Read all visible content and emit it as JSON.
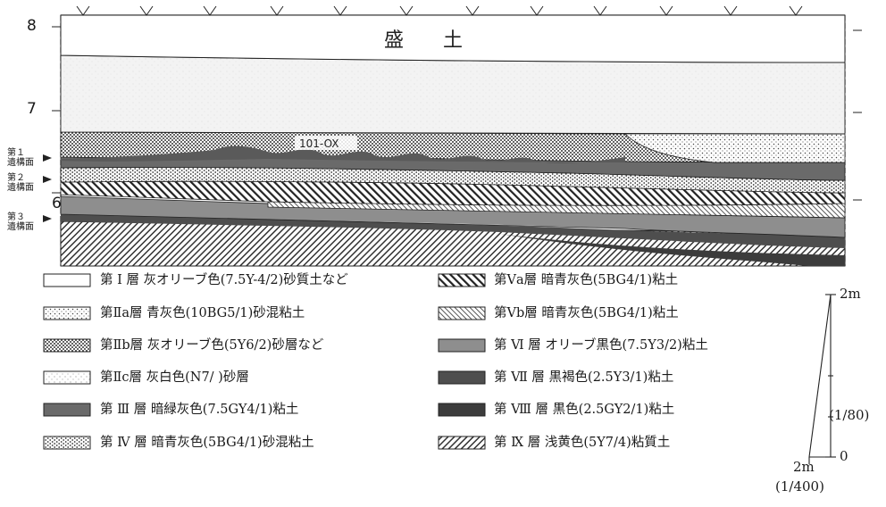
{
  "section": {
    "fill_label": "盛　　土",
    "sample_label": "101-OX",
    "y_ticks": [
      "8",
      "7",
      "6"
    ]
  },
  "surfaces": [
    {
      "lines": [
        "第１",
        "遺構面"
      ]
    },
    {
      "lines": [
        "第２",
        "遺構面"
      ]
    },
    {
      "lines": [
        "第３",
        "遺構面"
      ]
    }
  ],
  "legend": [
    {
      "layer": "第 Ⅰ 層",
      "desc": "灰オリーブ色(7.5Y-4/2)砂質土など",
      "pattern": "blank"
    },
    {
      "layer": "第Ⅱa層",
      "desc": "青灰色(10BG5/1)砂混粘土",
      "pattern": "dots-light"
    },
    {
      "layer": "第Ⅱb層",
      "desc": "灰オリーブ色(5Y6/2)砂層など",
      "pattern": "dots-dense"
    },
    {
      "layer": "第Ⅱc層",
      "desc": "灰白色(N7/ )砂層",
      "pattern": "dots-fine"
    },
    {
      "layer": "第 Ⅲ 層",
      "desc": "暗緑灰色(7.5GY4/1)粘土",
      "pattern": "dark-gray"
    },
    {
      "layer": "第 Ⅳ 層",
      "desc": "暗青灰色(5BG4/1)砂混粘土",
      "pattern": "dots-medium"
    },
    {
      "layer": "第Ⅴa層",
      "desc": "暗青灰色(5BG4/1)粘土",
      "pattern": "hatch-bold"
    },
    {
      "layer": "第Ⅴb層",
      "desc": "暗青灰色(5BG4/1)粘土",
      "pattern": "hatch-thin"
    },
    {
      "layer": "第 Ⅵ 層",
      "desc": "オリーブ黒色(7.5Y3/2)粘土",
      "pattern": "mid-gray"
    },
    {
      "layer": "第 Ⅶ 層",
      "desc": "黒褐色(2.5Y3/1)粘土",
      "pattern": "darker-gray"
    },
    {
      "layer": "第 Ⅷ 層",
      "desc": "黒色(2.5GY2/1)粘土",
      "pattern": "darkest-gray"
    },
    {
      "layer": "第 Ⅸ 層",
      "desc": "浅黄色(5Y7/4)粘質土",
      "pattern": "hatch-back"
    }
  ],
  "scale": {
    "vertical_top": "2m",
    "vertical_ratio": "(1/80)",
    "vertical_zero": "0",
    "horizontal_label": "2m",
    "horizontal_ratio": "(1/400)"
  },
  "colors": {
    "line": "#1a1a1a",
    "dark_gray": "#6a6a6a",
    "mid_gray": "#8e8e8e",
    "darker_gray": "#4e4e4e",
    "darkest_gray": "#3c3c3c",
    "light_fill": "#f0f0f0"
  }
}
